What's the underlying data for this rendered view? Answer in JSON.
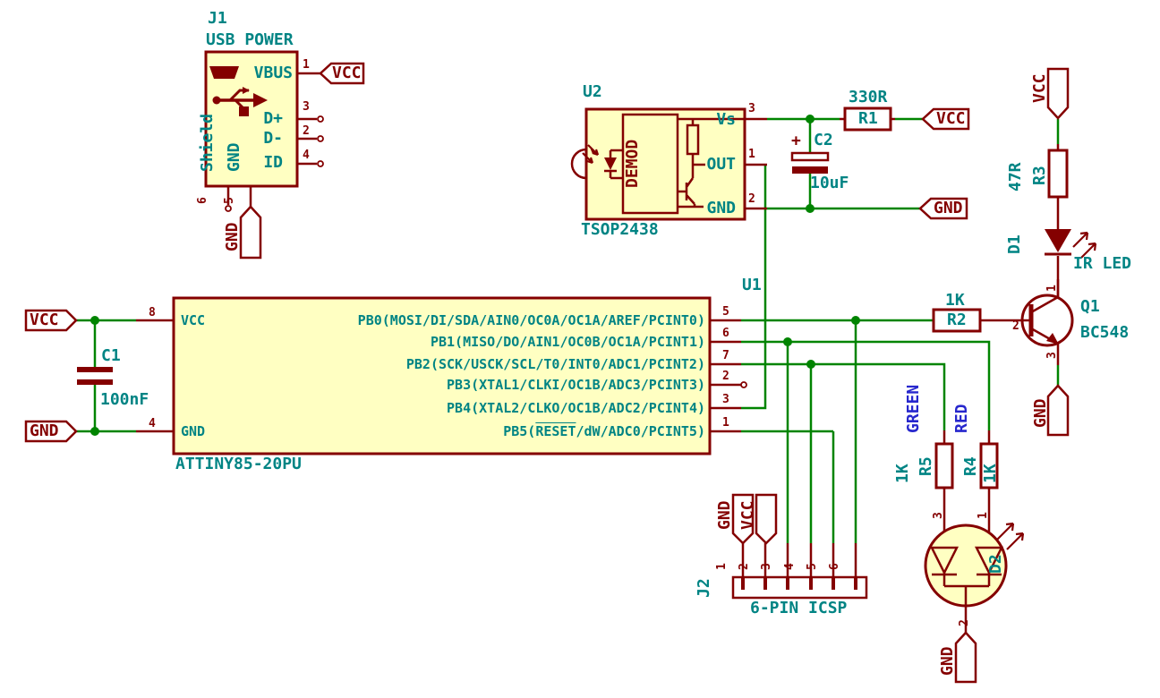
{
  "colors": {
    "wire": "#008400",
    "outline": "#840000",
    "body_fill": "#FFFFC2",
    "annotation": "#008484",
    "net_label": "#2727cd",
    "background": "#ffffff"
  },
  "power": {
    "vcc": "VCC",
    "gnd": "GND"
  },
  "j1": {
    "ref": "J1",
    "value": "USB POWER",
    "pin_names": {
      "vbus": "VBUS",
      "dp": "D+",
      "dm": "D-",
      "id": "ID",
      "shield": "Shield",
      "gnd": "GND"
    },
    "pin_numbers": {
      "vbus": "1",
      "dp": "3",
      "dm": "2",
      "id": "4",
      "shield": "6",
      "gnd": "5"
    }
  },
  "u2": {
    "ref": "U2",
    "value": "TSOP2438",
    "internal_block": "DEMOD",
    "pin_names": {
      "vs": "Vs",
      "out": "OUT",
      "gnd": "GND"
    },
    "pin_numbers": {
      "vs": "3",
      "out": "1",
      "gnd": "2"
    }
  },
  "u1": {
    "ref": "U1",
    "value": "ATTINY85-20PU",
    "left_pins": [
      {
        "number": "8",
        "name": "VCC"
      },
      {
        "number": "4",
        "name": "GND"
      }
    ],
    "right_pins": [
      {
        "number": "5",
        "name": "PB0(MOSI/DI/SDA/AIN0/OC0A/OC1A/AREF/PCINT0)"
      },
      {
        "number": "6",
        "name": "PB1(MISO/DO/AIN1/OC0B/OC1A/PCINT1)"
      },
      {
        "number": "7",
        "name": "PB2(SCK/USCK/SCL/T0/INT0/ADC1/PCINT2)"
      },
      {
        "number": "2",
        "name": "PB3(XTAL1/CLKI/OC1B/ADC3/PCINT3)"
      },
      {
        "number": "3",
        "name": "PB4(XTAL2/CLKO/OC1B/ADC2/PCINT4)"
      },
      {
        "number": "1",
        "pre": "PB5(",
        "overline": "RESET",
        "post": "/dW/ADC0/PCINT5)"
      }
    ]
  },
  "r1": {
    "ref": "R1",
    "value": "330R"
  },
  "r2": {
    "ref": "R2",
    "value": "1K"
  },
  "r3": {
    "ref": "R3",
    "value": "47R"
  },
  "r4": {
    "ref": "R4",
    "value": "1K"
  },
  "r5": {
    "ref": "R5",
    "value": "1K"
  },
  "c1": {
    "ref": "C1",
    "value": "100nF"
  },
  "c2": {
    "ref": "C2",
    "value": "10uF",
    "polarity": "+"
  },
  "d1": {
    "ref": "D1",
    "value": "IR LED"
  },
  "d2": {
    "ref": "D2",
    "pin_numbers": {
      "green_anode": "3",
      "red_anode": "1",
      "cathode": "2"
    }
  },
  "q1": {
    "ref": "Q1",
    "value": "BC548",
    "pin_numbers": {
      "collector": "1",
      "base": "2",
      "emitter": "3"
    }
  },
  "j2": {
    "ref": "J2",
    "value": "6-PIN ICSP",
    "pin_numbers": [
      "1",
      "2",
      "3",
      "4",
      "5",
      "6"
    ]
  },
  "net_labels": {
    "green": "GREEN",
    "red": "RED"
  }
}
